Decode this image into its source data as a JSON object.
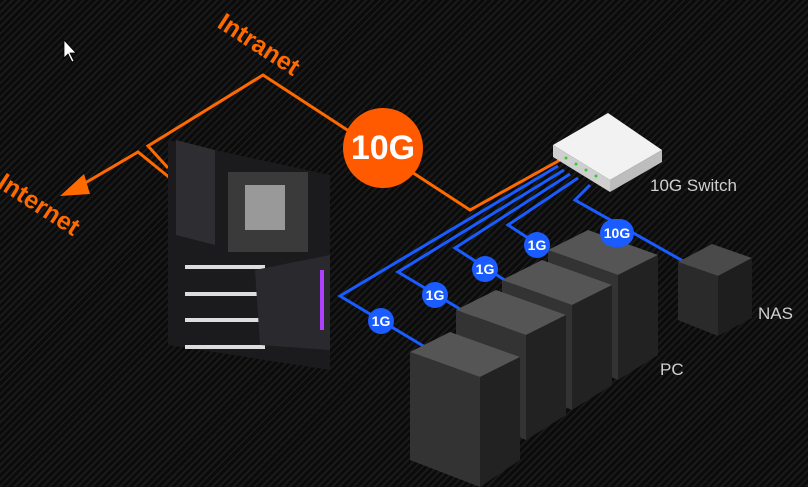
{
  "labels": {
    "intranet": "Intranet",
    "internet": "Internet",
    "switch": "10G Switch",
    "nas": "NAS",
    "pc": "PC"
  },
  "speeds": {
    "uplink": "10G",
    "pc1": "1G",
    "pc2": "1G",
    "pc3": "1G",
    "pc4": "1G",
    "nas": "10G"
  },
  "colors": {
    "orange": "#ff6a00",
    "blue": "#1a5cff"
  }
}
